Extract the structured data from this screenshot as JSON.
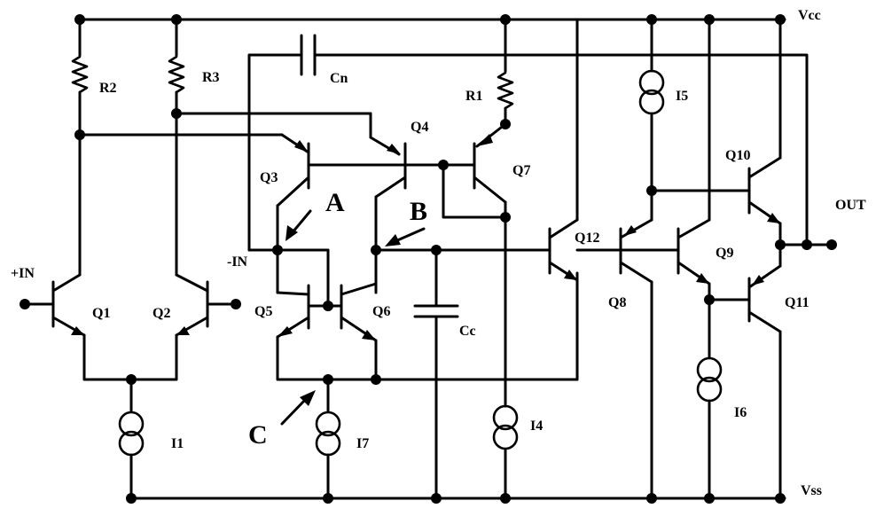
{
  "rails": {
    "vcc": "Vcc",
    "vss": "Vss"
  },
  "terminals": {
    "in_plus": "+IN",
    "in_minus": "-IN",
    "out": "OUT"
  },
  "transistors": {
    "q1": "Q1",
    "q2": "Q2",
    "q3": "Q3",
    "q4": "Q4",
    "q5": "Q5",
    "q6": "Q6",
    "q7": "Q7",
    "q8": "Q8",
    "q9": "Q9",
    "q10": "Q10",
    "q11": "Q11",
    "q12": "Q12"
  },
  "resistors": {
    "r1": "R1",
    "r2": "R2",
    "r3": "R3"
  },
  "capacitors": {
    "cn": "Cn",
    "cc": "Cc"
  },
  "current_sources": {
    "i1": "I1",
    "i4": "I4",
    "i5": "I5",
    "i6": "I6",
    "i7": "I7"
  },
  "nodes": {
    "a": "A",
    "b": "B",
    "c": "C"
  }
}
